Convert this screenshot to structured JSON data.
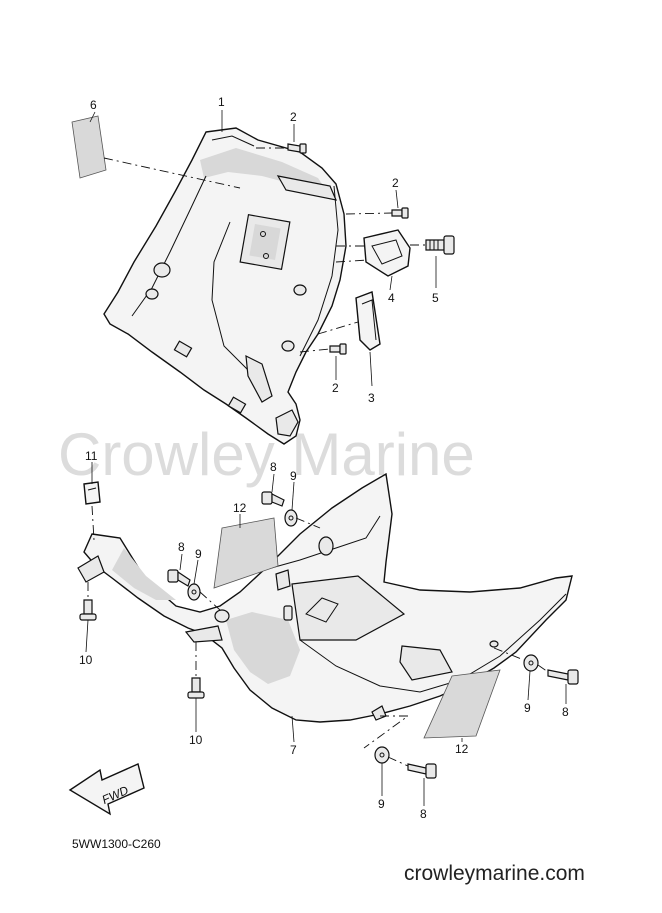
{
  "watermark": "Crowley Marine",
  "diagram_code": "5WW1300-C260",
  "site_name": "crowleymarine.com",
  "fwd_label": "FWD",
  "callouts": {
    "c1": "1",
    "c2a": "2",
    "c2b": "2",
    "c2c": "2",
    "c3": "3",
    "c4": "4",
    "c5": "5",
    "c6": "6",
    "c7": "7",
    "c8a": "8",
    "c8b": "8",
    "c8c": "8",
    "c8d": "8",
    "c9a": "9",
    "c9b": "9",
    "c9c": "9",
    "c9d": "9",
    "c10a": "10",
    "c10b": "10",
    "c11": "11",
    "c12a": "12",
    "c12b": "12"
  }
}
